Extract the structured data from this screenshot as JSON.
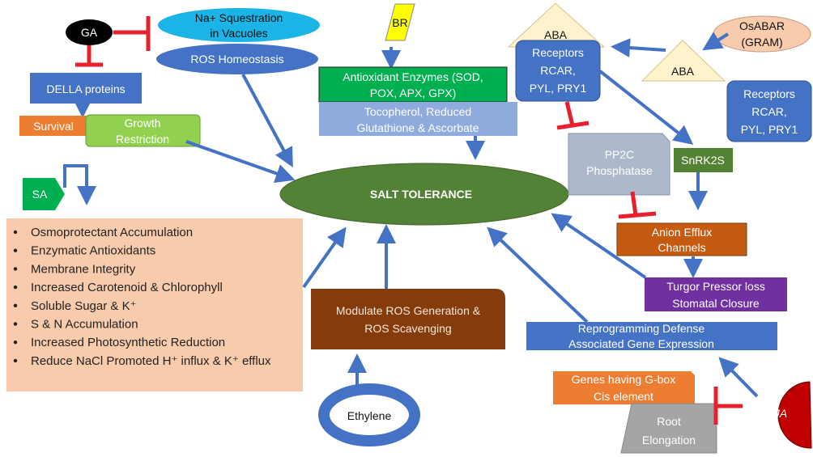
{
  "nodes": {
    "ga": "GA",
    "na_sequestration": [
      "Na+  Squestration",
      "in Vacuoles"
    ],
    "ros_homeostasis": "ROS Homeostasis",
    "della": "DELLA proteins",
    "survival": "Survival",
    "growth_restriction": [
      "Growth",
      "Restriction"
    ],
    "br": "BR",
    "antioxidant_enzymes": [
      "Antioxidant Enzymes (SOD,",
      "POX, APX, GPX)"
    ],
    "tocopherol": [
      "Tocopherol, Reduced",
      "Glutathione & Ascorbate"
    ],
    "salt_tolerance": "SALT TOLERANCE",
    "sa": "SA",
    "sa_effects": [
      "Osmoprotectant Accumulation",
      "Enzymatic Antioxidants",
      "Membrane Integrity",
      "Increased Carotenoid & Chlorophyll",
      "Soluble Sugar & K⁺",
      "S & N Accumulation",
      "Increased Photosynthetic Reduction",
      "Reduce NaCl Promoted H⁺ influx & K⁺ efflux"
    ],
    "modulate_ros": [
      "Modulate ROS Generation &",
      "ROS Scavenging"
    ],
    "ethylene": "Ethylene",
    "aba_left": "ABA",
    "receptors_left": [
      "Receptors",
      "RCAR,",
      "PYL, PRY1"
    ],
    "aba_right": "ABA",
    "osabar": [
      "OsABAR",
      "(GRAM)"
    ],
    "receptors_right": [
      "Receptors",
      "RCAR,",
      "PYL, PRY1"
    ],
    "pp2c": [
      "PP2C",
      "Phosphatase"
    ],
    "snrk2s": "SnRK2S",
    "anion_efflux": [
      "Anion Efflux",
      "Channels"
    ],
    "turgor": [
      "Turgor Pressor loss",
      "Stomatal Closure"
    ],
    "reprogramming": [
      "Reprogramming Defense",
      "Associated Gene Expression"
    ],
    "genes_gbox": [
      "Genes having G-box",
      "Cis element"
    ],
    "root_elongation": [
      "Root",
      "Elongation"
    ],
    "ja": "JA"
  },
  "colors": {
    "promote_arrow": "#4472c4",
    "inhibit": "#e8202e",
    "salt_tolerance": "#538135"
  }
}
